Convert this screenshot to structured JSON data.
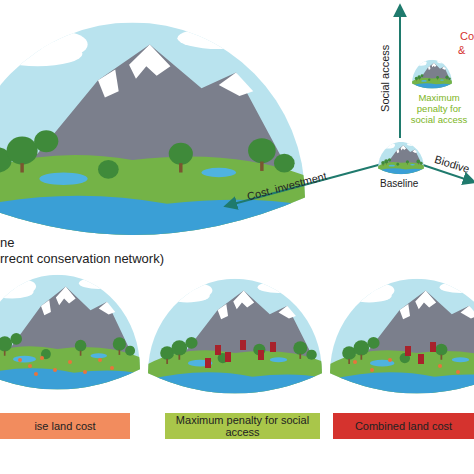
{
  "diagram": {
    "nodes": [
      {
        "text": [
          "ise land cost"
        ]
      },
      {
        "text": [
          "Maximum penalty for social access"
        ]
      },
      {
        "text": [
          "Combined land cost"
        ]
      }
    ],
    "labels": [
      "ne",
      "rrecnt conservation network)",
      "Social access",
      "Cost. investment",
      "Biodive",
      "Baseline",
      "Maximum penalty for social access",
      "Co",
      "&"
    ]
  }
}
